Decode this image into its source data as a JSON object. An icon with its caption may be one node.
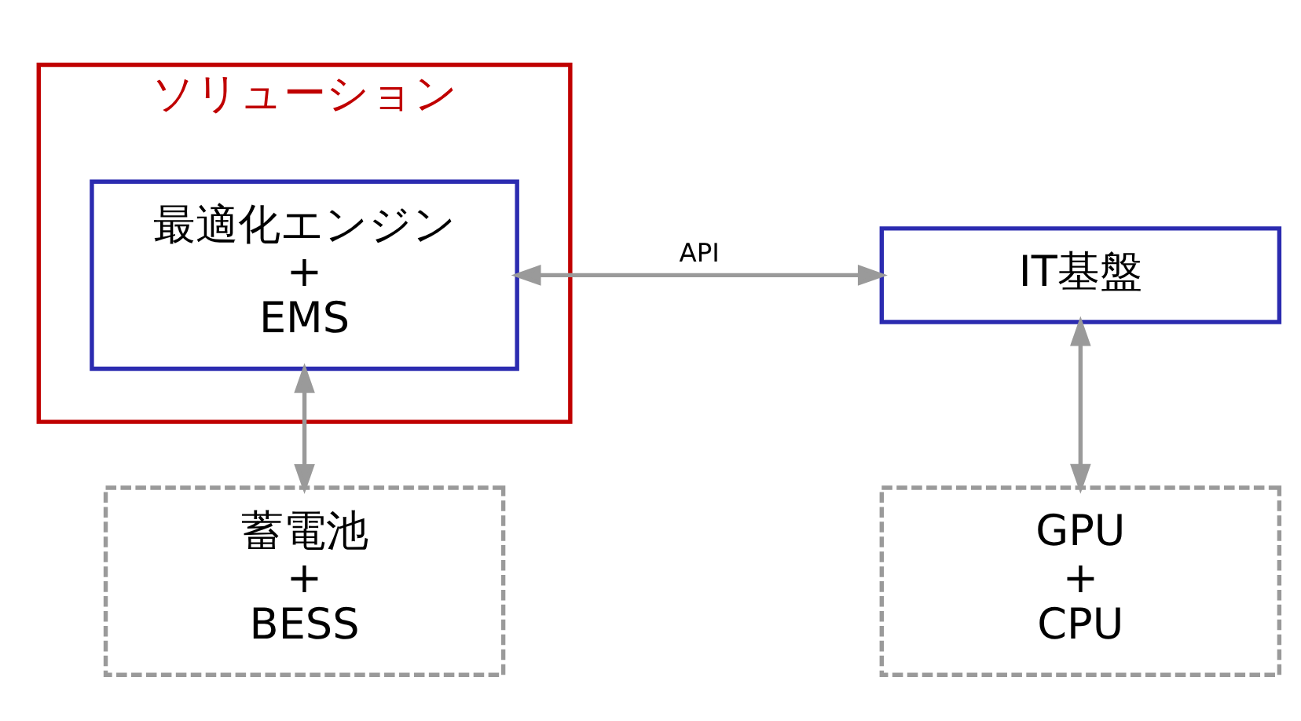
{
  "diagram": {
    "nodes": [
      {
        "text": [
          "ソリューション"
        ]
      },
      {
        "text": [
          "最適化エンジン",
          "+",
          "EMS"
        ],
        "in": 0
      },
      {
        "text": [
          "IT基盤"
        ]
      },
      {
        "text": [
          "蓄電池",
          "+",
          "BESS"
        ]
      },
      {
        "text": [
          "GPU",
          "+",
          "CPU"
        ]
      }
    ],
    "edges": [
      {
        "from": 1,
        "to": 2,
        "arrow": "both",
        "label": "API"
      },
      {
        "from": 1,
        "to": 3,
        "arrow": "both"
      },
      {
        "from": 2,
        "to": 4,
        "arrow": "both"
      }
    ]
  }
}
